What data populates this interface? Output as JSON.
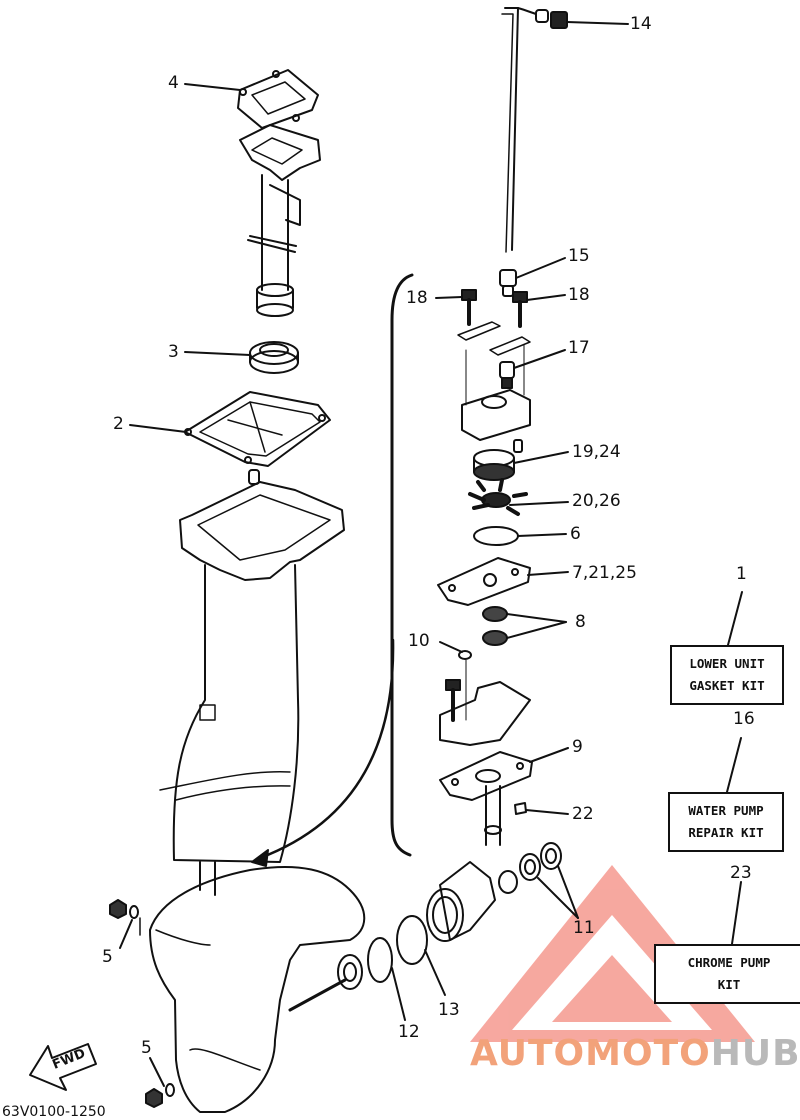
{
  "callouts": {
    "c14": "14",
    "c4": "4",
    "c15": "15",
    "c18a": "18",
    "c18b": "18",
    "c17": "17",
    "c3": "3",
    "c2": "2",
    "c19_24": "19,24",
    "c20_26": "20,26",
    "c6": "6",
    "c7_21_25": "7,21,25",
    "c1": "1",
    "c8": "8",
    "c10": "10",
    "c16": "16",
    "c9": "9",
    "c22": "22",
    "c23": "23",
    "c11": "11",
    "c5a": "5",
    "c13": "13",
    "c12": "12",
    "c5b": "5"
  },
  "kits": {
    "lower_unit": {
      "line1": "LOWER UNIT",
      "line2": "GASKET KIT"
    },
    "water_pump": {
      "line1": "WATER PUMP",
      "line2": "REPAIR KIT"
    },
    "chrome_pump": {
      "line1": "CHROME PUMP",
      "line2": "KIT"
    }
  },
  "fwd_label": "FWD",
  "diagram_code": "63V0100-1250",
  "watermark": {
    "part1": "AUTOMOTO",
    "part2": "HUB"
  },
  "colors": {
    "line": "#111111",
    "watermark_red": "#f2766b",
    "watermark_orange": "#f2a27a",
    "watermark_gray": "#b9b9b9"
  }
}
